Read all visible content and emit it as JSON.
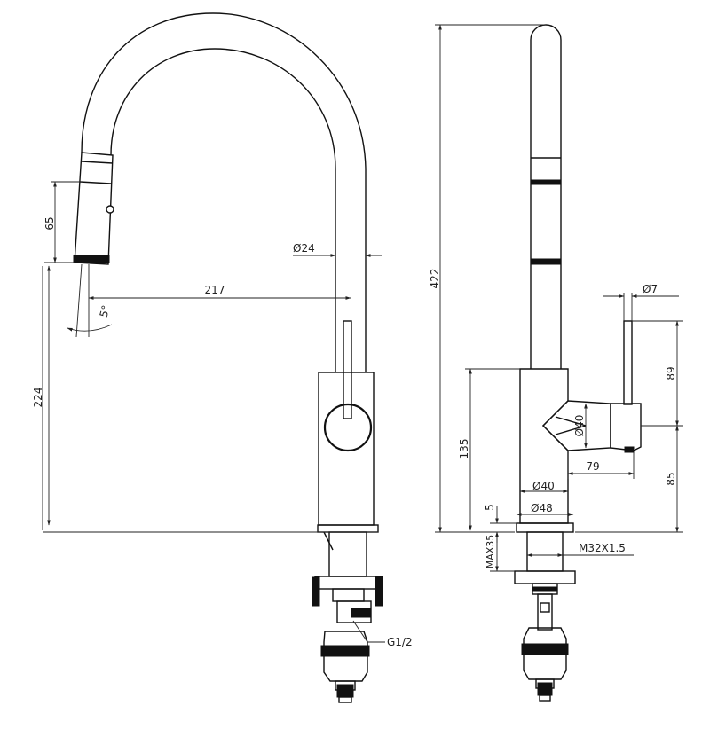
{
  "drawing": {
    "front_view": {
      "spray_head_length": "65",
      "spout_diameter": "Ø24",
      "reach": "217",
      "spray_angle": "5°",
      "spout_height": "224",
      "inlet_thread": "G1/2"
    },
    "side_view": {
      "total_height": "422",
      "lever_diameter": "Ø7",
      "lever_height": "89",
      "handle_diameter": "Ø40",
      "body_height": "135",
      "handle_reach": "79",
      "lever_base_height": "85",
      "body_diameter": "Ø40",
      "base_diameter": "Ø48",
      "base_thickness": "5",
      "max_counter_thickness": "MAX35",
      "mount_thread": "M32X1.5"
    }
  }
}
